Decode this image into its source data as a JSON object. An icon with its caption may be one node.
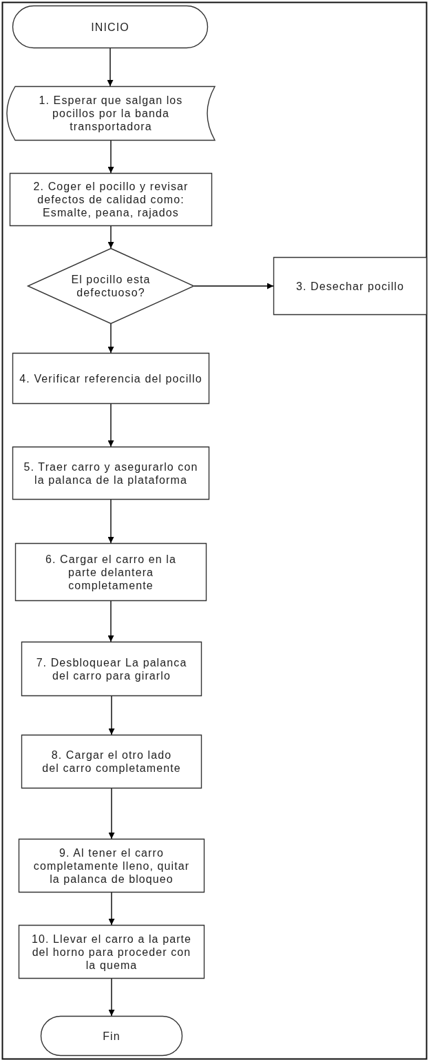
{
  "diagram": {
    "nodes": [
      {
        "text": [
          "INICIO"
        ]
      },
      {
        "text": [
          "1. Esperar que salgan los pocillos por la banda transportadora"
        ]
      },
      {
        "text": [
          "2. Coger el pocillo y revisar defectos de calidad como: Esmalte, peana, rajados"
        ]
      },
      {
        "text": [
          "El pocillo esta defectuoso?"
        ]
      },
      {
        "text": [
          "3. Desechar pocillo"
        ]
      },
      {
        "text": [
          "4. Verificar referencia del pocillo"
        ]
      },
      {
        "text": [
          "5. Traer carro y asegurarlo con la palanca de la plataforma"
        ]
      },
      {
        "text": [
          "6. Cargar el carro en la parte delantera completamente"
        ]
      },
      {
        "text": [
          "7. Desbloquear La palanca del carro para girarlo"
        ]
      },
      {
        "text": [
          "8. Cargar el otro lado del carro completamente"
        ]
      },
      {
        "text": [
          "9.  Al tener el carro completamente lleno, quitar la palanca de bloqueo"
        ]
      },
      {
        "text": [
          "10. Llevar el carro a la parte del horno para proceder con la quema"
        ]
      },
      {
        "text": [
          "Fin"
        ]
      }
    ],
    "edges": [
      {
        "from": 0,
        "to": 1,
        "arrow": "to"
      },
      {
        "from": 1,
        "to": 2,
        "arrow": "to"
      },
      {
        "from": 2,
        "to": 3,
        "arrow": "to"
      },
      {
        "from": 3,
        "to": 4,
        "arrow": "to"
      },
      {
        "from": 3,
        "to": 5,
        "arrow": "to"
      },
      {
        "from": 5,
        "to": 6,
        "arrow": "to"
      },
      {
        "from": 6,
        "to": 7,
        "arrow": "to"
      },
      {
        "from": 7,
        "to": 8,
        "arrow": "to"
      },
      {
        "from": 8,
        "to": 9,
        "arrow": "to"
      },
      {
        "from": 9,
        "to": 10,
        "arrow": "to"
      },
      {
        "from": 10,
        "to": 11,
        "arrow": "to"
      },
      {
        "from": 11,
        "to": 12,
        "arrow": "to"
      }
    ]
  }
}
